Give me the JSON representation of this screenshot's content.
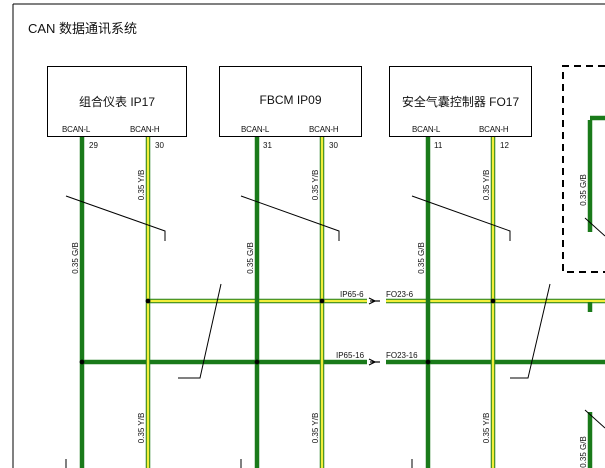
{
  "title": "CAN 数据通讯系统",
  "ecus": [
    {
      "name": "组合仪表 IP17",
      "pin_left": "BCAN-L",
      "pin_right": "BCAN-H",
      "pin_left_no": "29",
      "pin_right_no": "30"
    },
    {
      "name": "FBCM IP09",
      "pin_left": "BCAN-L",
      "pin_right": "BCAN-H",
      "pin_left_no": "31",
      "pin_right_no": "30"
    },
    {
      "name": "安全气囊控制器 FO17",
      "pin_left": "BCAN-L",
      "pin_right": "BCAN-H",
      "pin_left_no": "11",
      "pin_right_no": "12"
    }
  ],
  "wire_labels": {
    "green": "0.35 G/B",
    "yellow": "0.35 Y/B"
  },
  "connectors": {
    "h_left": "IP65-6",
    "h_right": "FO23-6",
    "l_left": "IP65-16",
    "l_right": "FO23-16"
  },
  "colors": {
    "green": "#1a7a1a",
    "yellow": "#f2ee3a",
    "line": "#000000"
  }
}
